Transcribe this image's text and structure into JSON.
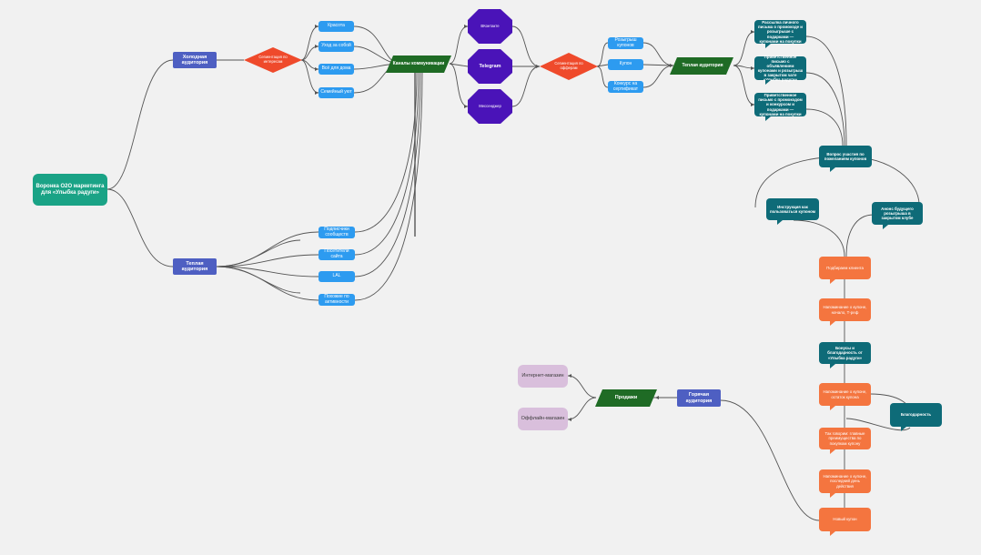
{
  "colors": {
    "background": "#f1f1f1",
    "root": "#1aa386",
    "audience": "#4e5fc2",
    "diamond": "#ef4a2b",
    "channel_pill": "#2d9bf0",
    "parallelogram": "#1f6b25",
    "octagon": "#4a13b8",
    "teal_sticky": "#0e6b78",
    "orange_sticky": "#f4753f",
    "sales_channel": "#d9bfdc",
    "edge": "#555555"
  },
  "nodes": {
    "root": "Воронка O2O маркетинга для «Улыбка радуги»",
    "cold_audience": "Холодная аудитория",
    "warm_audience": "Теплая аудитория",
    "cold_diamond": "Сегментация по интересам",
    "cold_channels": [
      "Красота",
      "Уход за собой",
      "Всё для дома",
      "Семейный уют"
    ],
    "warm_channels": [
      "Подписчики сообществ",
      "Посетители сайта",
      "LAL",
      "Похожие по активности"
    ],
    "comm_channels": "Каналы коммуникации",
    "platforms": [
      "ВКонтакте",
      "Telegram",
      "Мессенджер"
    ],
    "offer_diamond": "Сегментация по офферам",
    "offers": [
      "Розыгрыш купонов",
      "Купон",
      "Конкурс на сертификат"
    ],
    "warm_target": "Теплая аудитория",
    "teal_messages": [
      "Рассылка личного письма о промокоде и розыгрыше с подарками — купонами на покупки",
      "Приветственное письмо с объявлением купонами и розыгрыш в закрытом чате «Улыбка радуги»",
      "Приветственное письмо с промокодом и конкурсом и подарками — купонами на покупки"
    ],
    "after_purchase": "Вопрос участия по пожеланиям купонов",
    "branch_left": "Инструкция как пользоваться купоном",
    "branch_right": "Анонс будущего розыгрыша в закрытом клубе",
    "orange_steps": [
      "Подбираем клиента",
      "Напоминание о купоне, начало, Т-реф",
      "Бонусы и благодарность от «Улыбка радуги»",
      "Напоминание о купоне, остаток купона",
      "Так говорим: главные преимущества по покупкам купону",
      "Напоминание о купоне, последний день действия",
      "Новый купон"
    ],
    "loop_sticky": "Благодарность",
    "hot_audience": "Горячая аудитория",
    "sales": "Продажи",
    "sales_channels": [
      "Интернет-магазин",
      "Оффлайн-магазин"
    ]
  }
}
